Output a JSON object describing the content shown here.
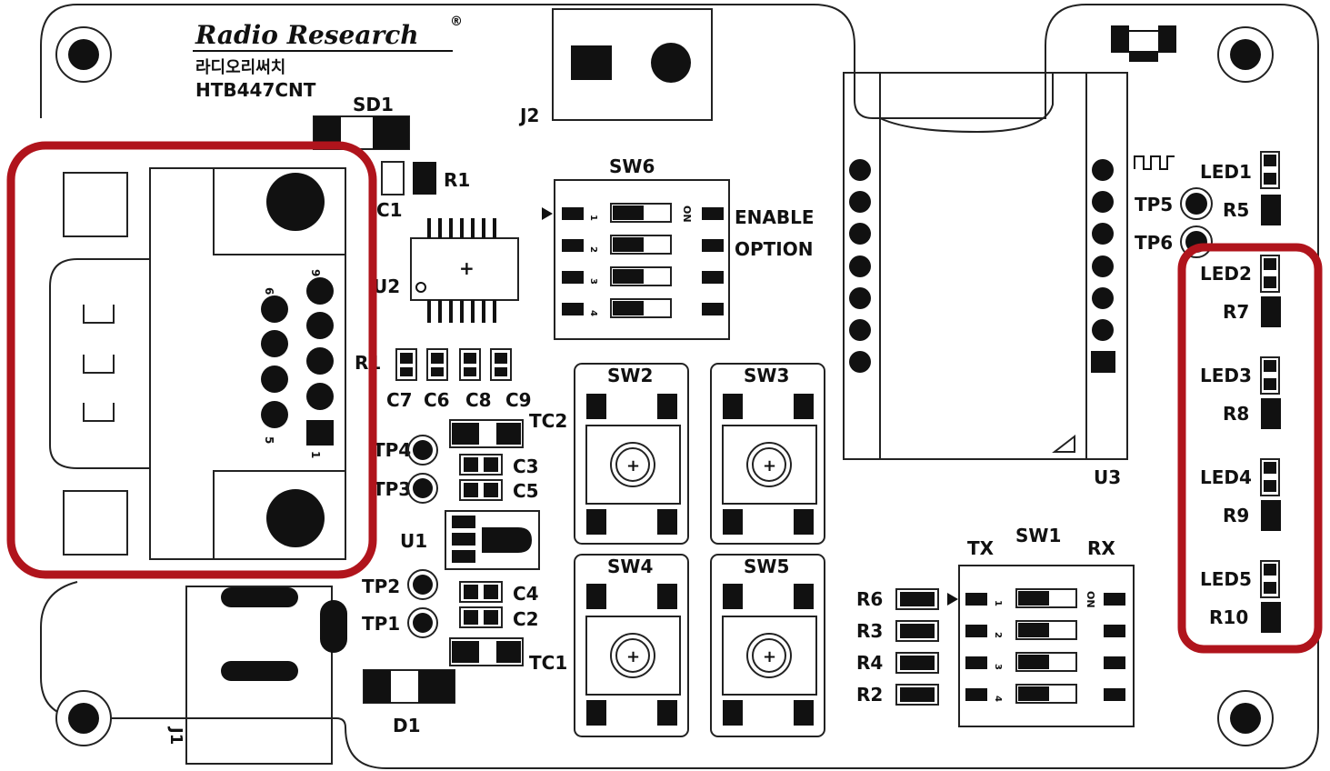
{
  "board": {
    "brand": "Radio Research",
    "brand_mark": "®",
    "korean": "라디오리써치",
    "model": "HTB447CNT"
  },
  "labels": {
    "sd1": "SD1",
    "j2": "J2",
    "r1": "R1",
    "c1": "C1",
    "u2": "U2",
    "r_array": "R1",
    "c7": "C7",
    "c6": "C6",
    "c8": "C8",
    "c9": "C9",
    "tc2": "TC2",
    "tp4": "TP4",
    "tp3": "TP3",
    "c3": "C3",
    "c5": "C5",
    "u1": "U1",
    "tp2": "TP2",
    "tp1": "TP1",
    "c4": "C4",
    "c2": "C2",
    "tc1": "TC1",
    "d1": "D1",
    "j1": "J1",
    "sw6": "SW6",
    "enable": "ENABLE",
    "option": "OPTION",
    "sw2": "SW2",
    "sw3": "SW3",
    "sw4": "SW4",
    "sw5": "SW5",
    "u3": "U3",
    "tp5": "TP5",
    "tp6": "TP6",
    "r5": "R5",
    "sw1": "SW1",
    "tx": "TX",
    "rx": "RX",
    "r6": "R6",
    "r3": "R3",
    "r4": "R4",
    "r2": "R2",
    "led1": "LED1",
    "led2": "LED2",
    "r7": "R7",
    "led3": "LED3",
    "r8": "R8",
    "led4": "LED4",
    "r9": "R9",
    "led5": "LED5",
    "r10": "R10",
    "db9_pin1": "1",
    "db9_pin6": "6",
    "db9_pin5": "5",
    "db9_pin9": "9",
    "dip_on": "ON",
    "dip_1": "1",
    "dip_2": "2",
    "dip_3": "3",
    "dip_4": "4"
  },
  "colors": {
    "highlight": "#b0141c",
    "ink": "#111111"
  }
}
